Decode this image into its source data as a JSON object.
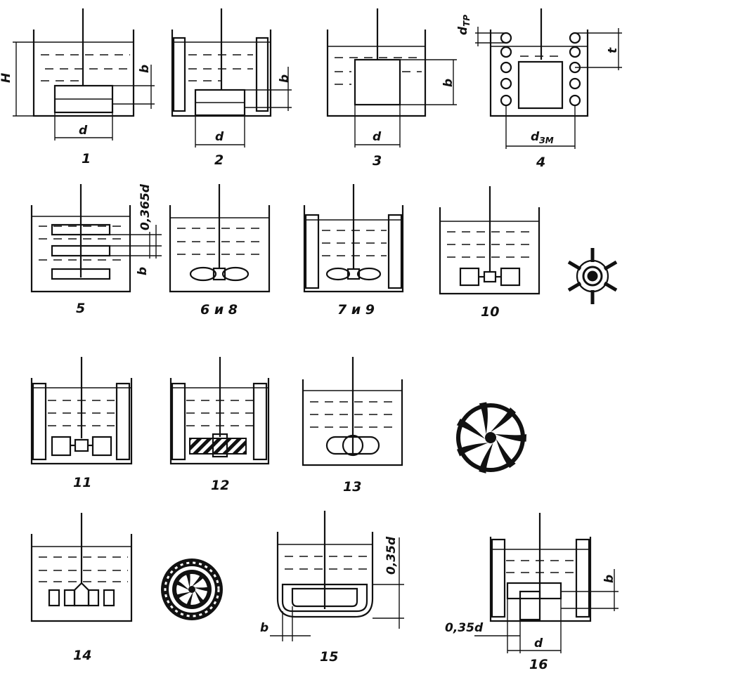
{
  "figure_numbers": [
    "1",
    "2",
    "3",
    "4",
    "5",
    "6 и 8",
    "7 и 9",
    "10",
    "11",
    "12",
    "13",
    "14",
    "15",
    "16"
  ],
  "dimensions": {
    "H": "H",
    "b": "b",
    "d": "d",
    "d_tr": "d",
    "d_tr_sub": "ТР",
    "t": "t",
    "d_zm": "d",
    "d_zm_sub": "ЗМ",
    "d365": "0,365d",
    "d35": "0,35d"
  }
}
